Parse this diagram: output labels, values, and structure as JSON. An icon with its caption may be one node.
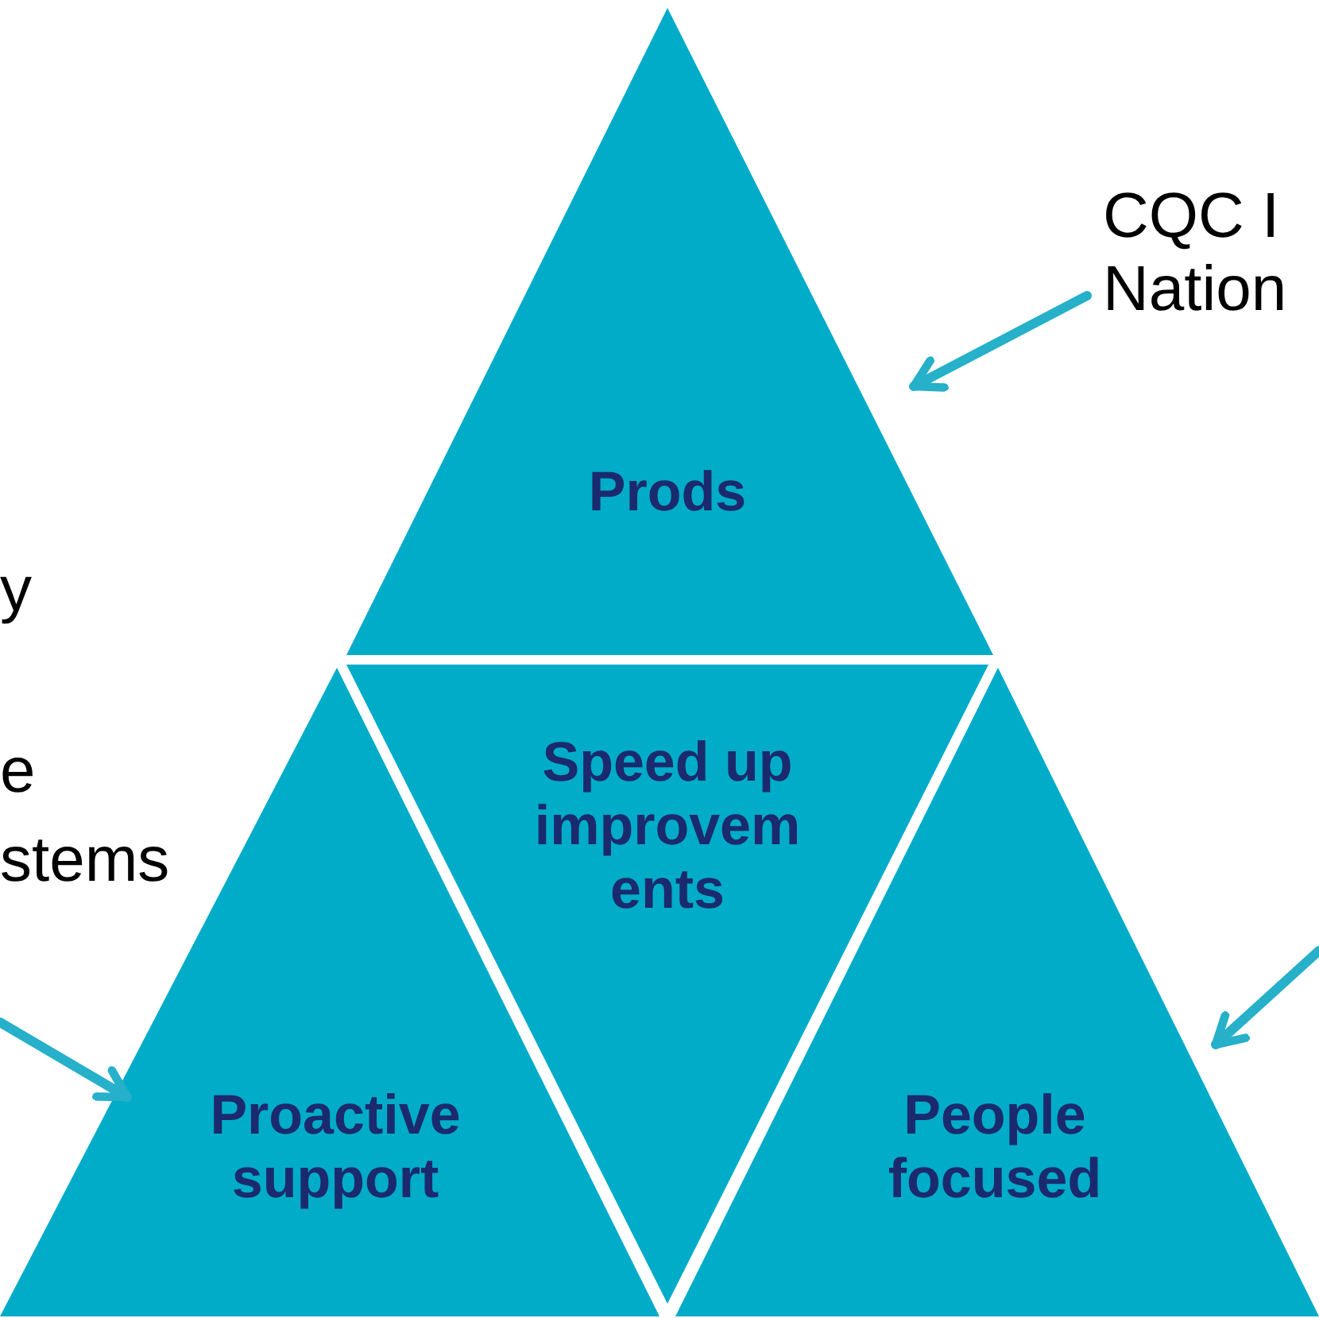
{
  "diagram": {
    "nodes": [
      {
        "text": [
          "Prods"
        ]
      },
      {
        "text": [
          "Speed up improvem ents"
        ]
      },
      {
        "text": [
          "Proactive support"
        ]
      },
      {
        "text": [
          "People focused"
        ]
      },
      {
        "text": [
          "CQC I Nation"
        ]
      }
    ],
    "edges": [
      {
        "from": 4,
        "to": 0,
        "arrow": "to"
      },
      {
        "from": null,
        "to": 2,
        "arrow": "to"
      },
      {
        "from": null,
        "to": 3,
        "arrow": "to"
      }
    ],
    "labels": [
      "y",
      "e",
      "stems"
    ]
  }
}
